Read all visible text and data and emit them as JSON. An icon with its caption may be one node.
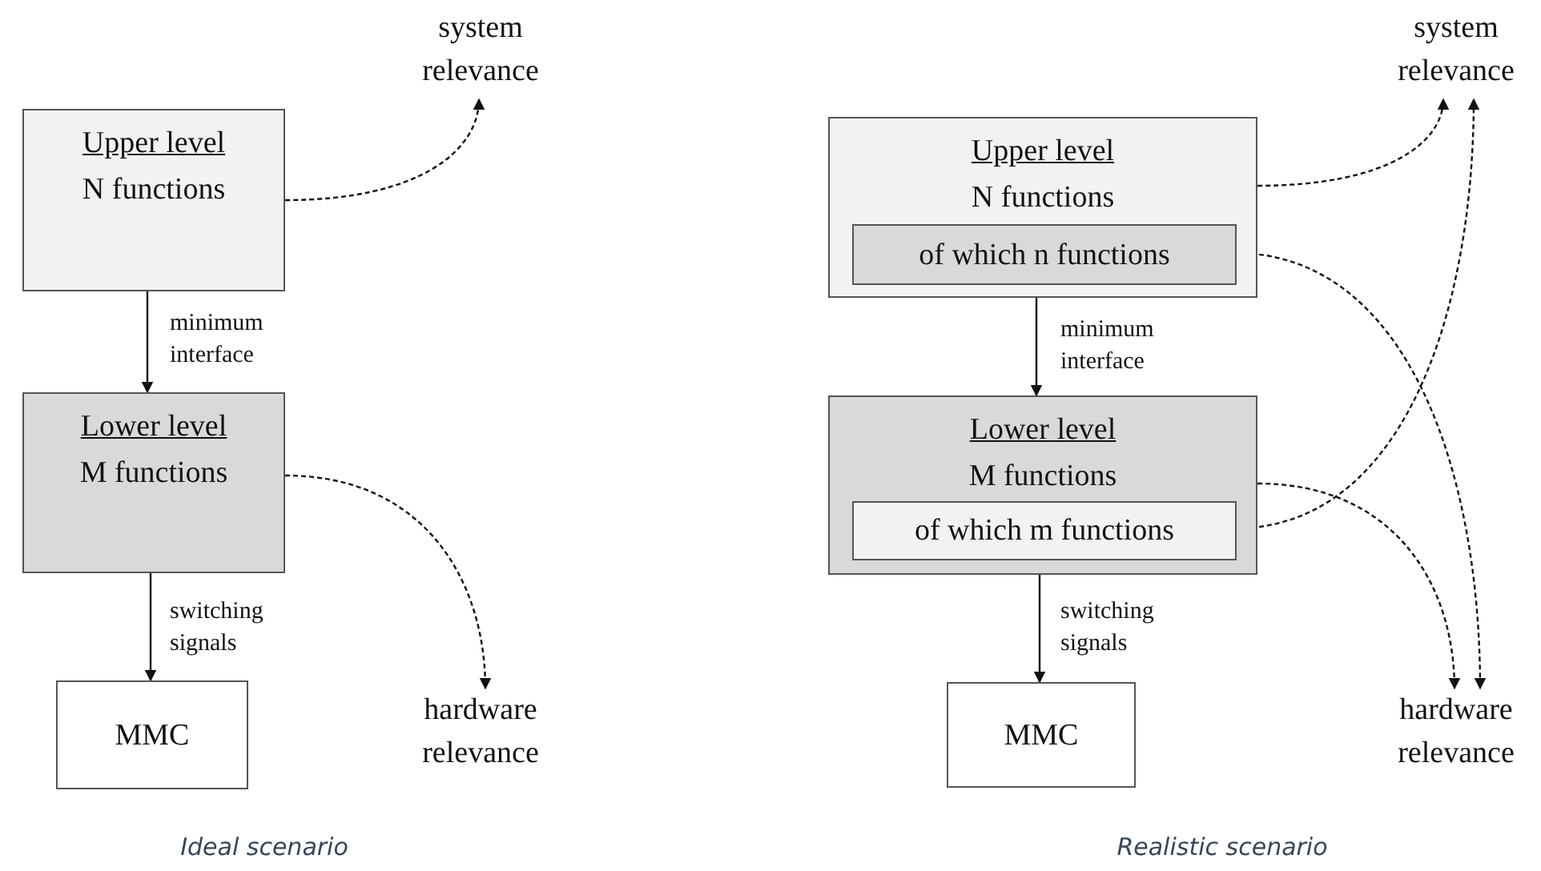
{
  "diagram": {
    "nodes": [
      {
        "text": [
          "Upper level",
          "N functions"
        ]
      },
      {
        "text": [
          "Lower level",
          "M functions"
        ]
      },
      {
        "text": [
          "MMC"
        ]
      },
      {
        "text": [
          "system relevance"
        ]
      },
      {
        "text": [
          "hardware relevance"
        ]
      },
      {
        "text": [
          "Upper level",
          "N functions"
        ]
      },
      {
        "text": [
          "of which n functions"
        ],
        "in": 5
      },
      {
        "text": [
          "Lower level",
          "M functions"
        ]
      },
      {
        "text": [
          "of which m functions"
        ],
        "in": 7
      },
      {
        "text": [
          "MMC"
        ]
      },
      {
        "text": [
          "system relevance"
        ]
      },
      {
        "text": [
          "hardware relevance"
        ]
      }
    ],
    "edges": [
      {
        "from": 0,
        "to": 1,
        "arrow": "to",
        "label": "minimum interface"
      },
      {
        "from": 1,
        "to": 2,
        "arrow": "to",
        "label": "switching signals"
      },
      {
        "from": 0,
        "to": 3,
        "arrow": "to",
        "style": "dashed"
      },
      {
        "from": 1,
        "to": 4,
        "arrow": "to",
        "style": "dashed"
      },
      {
        "from": 5,
        "to": 7,
        "arrow": "to",
        "label": "minimum interface"
      },
      {
        "from": 7,
        "to": 9,
        "arrow": "to",
        "label": "switching signals"
      },
      {
        "from": 5,
        "to": 10,
        "arrow": "to",
        "style": "dashed"
      },
      {
        "from": 6,
        "to": 11,
        "arrow": "to",
        "style": "dashed"
      },
      {
        "from": 7,
        "to": 11,
        "arrow": "to",
        "style": "dashed"
      },
      {
        "from": 8,
        "to": 10,
        "arrow": "to",
        "style": "dashed"
      }
    ],
    "labels": [
      "Ideal scenario",
      "Realistic scenario"
    ]
  }
}
